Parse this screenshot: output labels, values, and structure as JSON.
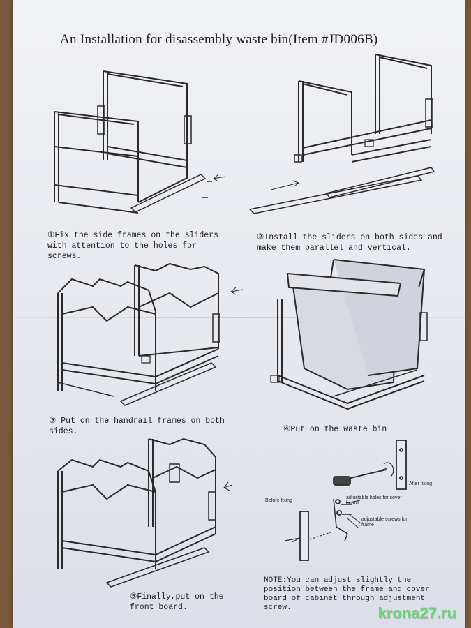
{
  "title": "An Installation for disassembly waste bin(Item #JD006B)",
  "steps": [
    {
      "num": "①",
      "text": "Fix the side frames on the sliders with attention to the holes for screws."
    },
    {
      "num": "②",
      "text": "Install the sliders on both sides and make them parallel and vertical."
    },
    {
      "num": "③",
      "text": " Put on the handrail frames on both sides."
    },
    {
      "num": "④",
      "text": "Put on the waste bin"
    },
    {
      "num": "⑤",
      "text": "Finally,put on the front board."
    }
  ],
  "detail": {
    "after_fixing": "After fixing",
    "before_fixing": "Before fixing",
    "holes_label": "adjustable holes for cover board",
    "screws_label": "adjustable screws for frame"
  },
  "note": "NOTE:You can adjust slightly the position between the frame and cover board of cabinet through adjustment screw.",
  "watermark": "krona27.ru"
}
